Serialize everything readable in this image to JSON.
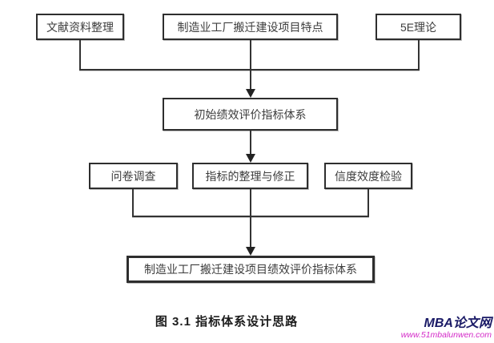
{
  "diagram": {
    "type": "flowchart",
    "nodes": {
      "literature": {
        "label": "文献资料整理"
      },
      "project_features": {
        "label": "制造业工厂搬迁建设项目特点"
      },
      "five_e_theory": {
        "label": "5E理论"
      },
      "initial_system": {
        "label": "初始绩效评价指标体系"
      },
      "questionnaire": {
        "label": "问卷调查"
      },
      "adjust_indicators": {
        "label": "指标的整理与修正"
      },
      "reliability_validity": {
        "label": "信度效度检验"
      },
      "final_system": {
        "label": "制造业工厂搬迁建设项目绩效评价指标体系"
      }
    },
    "edges": [
      {
        "from": "literature",
        "to": "initial_system"
      },
      {
        "from": "project_features",
        "to": "initial_system"
      },
      {
        "from": "five_e_theory",
        "to": "initial_system"
      },
      {
        "from": "initial_system",
        "to": "adjust_indicators"
      },
      {
        "from": "questionnaire",
        "to": "final_system"
      },
      {
        "from": "adjust_indicators",
        "to": "final_system"
      },
      {
        "from": "reliability_validity",
        "to": "final_system"
      }
    ],
    "caption": "图 3.1 指标体系设计思路"
  },
  "watermark": {
    "site_name": "MBA论文网",
    "site_url": "www.51mbalunwen.com",
    "brand_color": "#1a1a66",
    "url_color": "#d42ac8"
  }
}
